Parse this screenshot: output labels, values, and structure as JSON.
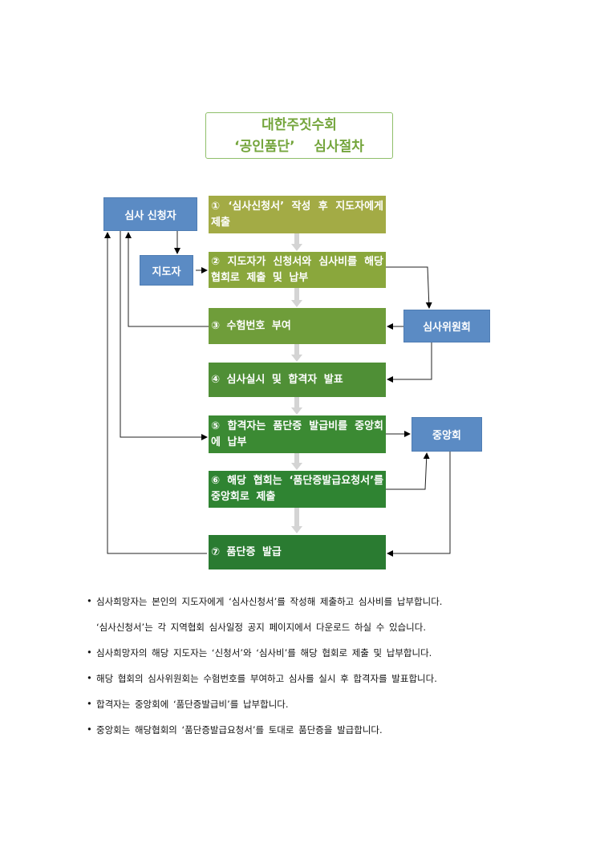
{
  "title": {
    "line1": "대한주짓수회",
    "line2": "‘공인품단’    심사절차"
  },
  "actors": {
    "applicant": "심사 신청자",
    "instructor": "지도자",
    "committee": "심사위원회",
    "central": "중앙회"
  },
  "steps": [
    {
      "text": "① ‘심사신청서’ 작성 후 지도자에게 제출",
      "color": "#a3ab45"
    },
    {
      "text": "② 지도자가 신청서와 심사비를 해당 협회로 제출 및 납부",
      "color": "#8aa73c"
    },
    {
      "text": "③ 수험번호 부여",
      "color": "#6f9d3a"
    },
    {
      "text": "④ 심사실시 및 합격자 발표",
      "color": "#4f8f36"
    },
    {
      "text": "⑤ 합격자는 품단증 발급비를 중앙회에 납부",
      "color": "#3b8a33"
    },
    {
      "text": "⑥ 해당 협회는 ‘품단증발급요청서’를 중앙회로 제출",
      "color": "#2f8432"
    },
    {
      "text": "⑦ 품단증 발급",
      "color": "#2a7b31"
    }
  ],
  "notes": [
    {
      "bullet": "•",
      "text": "심사희망자는 본인의 지도자에게 ‘심사신청서’를 작성해 제출하고 심사비를 납부합니다."
    },
    {
      "bullet": "",
      "text": "‘심사신청서’는 각 지역협회 심사일정 공지 페이지에서 다운로드 하실 수 있습니다."
    },
    {
      "bullet": "•",
      "text": "심사희망자의 해당 지도자는 ‘신청서’와 ‘심사비’를 해당 협회로 제출 및 납부합니다."
    },
    {
      "bullet": "•",
      "text": "해당 협회의 심사위원회는 수험번호를 부여하고 심사를 실시 후 합격자를 발표합니다."
    },
    {
      "bullet": "•",
      "text": "합격자는 중앙회에 ‘품단증발급비’를 납부합니다."
    },
    {
      "bullet": "•",
      "text": "중앙회는 해당협회의 ‘품단증발급요청서’를 토대로 품단증을 발급합니다."
    }
  ]
}
